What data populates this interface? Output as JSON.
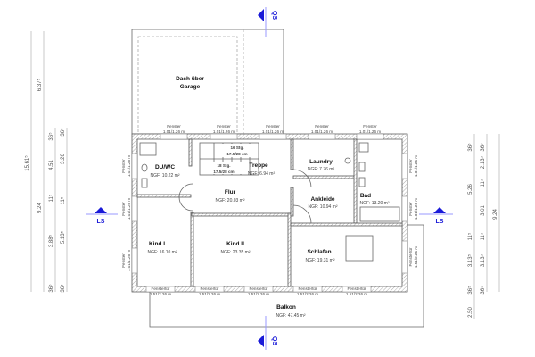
{
  "garage": {
    "line1": "Dach über",
    "line2": "Garage"
  },
  "rooms": [
    {
      "name": "DU/WC",
      "area": "NGF: 10.22 m²"
    },
    {
      "name": "Treppe",
      "area": "NGF: 6.94 m²"
    },
    {
      "name": "Flur",
      "area": "NGF: 20.03 m²"
    },
    {
      "name": "Laundry",
      "area": "NGF: 7.76 m²"
    },
    {
      "name": "Ankleide",
      "area": "NGF: 10.94 m²"
    },
    {
      "name": "Bad",
      "area": "NGF: 13.20 m²"
    },
    {
      "name": "Kind I",
      "area": "NGF: 16.10 m²"
    },
    {
      "name": "Kind II",
      "area": "NGF: 23.35 m²"
    },
    {
      "name": "Schlafen",
      "area": "NGF: 19.31 m²"
    },
    {
      "name": "Balkon",
      "area": "NGF: 47.45 m²"
    }
  ],
  "stairs": [
    {
      "steps": "16 Stg.",
      "size": "17.5/28 cm"
    },
    {
      "steps": "18 Stg.",
      "size": "17.5/28 cm"
    }
  ],
  "window": {
    "label": "Fenster",
    "size": "1.01/1.26 m"
  },
  "door": {
    "label": "Fenstertür",
    "size": "1.51/2.26 m"
  },
  "sections": {
    "qs": "QS",
    "ls": "LS"
  },
  "dims": {
    "left": {
      "total": "15.61⁵",
      "top": "6.37⁵",
      "mid": "9.24",
      "col3": [
        "36⁵",
        "4.51",
        "11⁵",
        "3.88⁵",
        "36⁵"
      ],
      "col4": [
        "36⁵",
        "3.26",
        "11⁵",
        "5.13⁵",
        "36⁵"
      ]
    },
    "right": {
      "col1": [
        "36⁵",
        "5.26",
        "11⁵",
        "3.13⁵",
        "36⁵",
        "2.50"
      ],
      "col2": [
        "36⁵",
        "2.13⁵",
        "11⁵",
        "3.01",
        "11⁵",
        "3.13⁵",
        "36⁵"
      ],
      "col3": "9.24"
    }
  },
  "colors": {
    "section": "#1a1ad8",
    "wall": "#555555"
  }
}
